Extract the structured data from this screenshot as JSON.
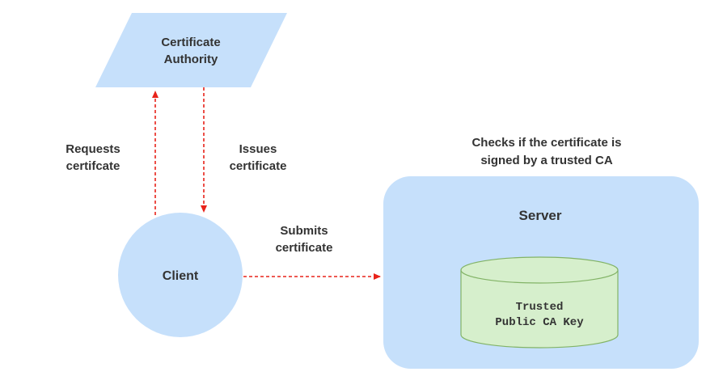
{
  "colors": {
    "node_fill": "#c6e0fb",
    "server_fill": "#c6e0fb",
    "db_fill": "#d6efcc",
    "db_stroke": "#82b366",
    "arrow": "#e8231a",
    "text": "#333333"
  },
  "nodes": {
    "ca": {
      "line1": "Certificate",
      "line2": "Authority"
    },
    "client": {
      "label": "Client"
    },
    "server": {
      "label": "Server"
    },
    "database": {
      "line1": "Trusted",
      "line2": "Public CA Key"
    }
  },
  "edges": {
    "requests": {
      "line1": "Requests",
      "line2": "certifcate"
    },
    "issues": {
      "line1": "Issues",
      "line2": "certificate"
    },
    "submits": {
      "line1": "Submits",
      "line2": "certificate"
    }
  },
  "annotations": {
    "server_check": {
      "line1": "Checks if the certificate is",
      "line2": "signed by a trusted CA"
    }
  }
}
